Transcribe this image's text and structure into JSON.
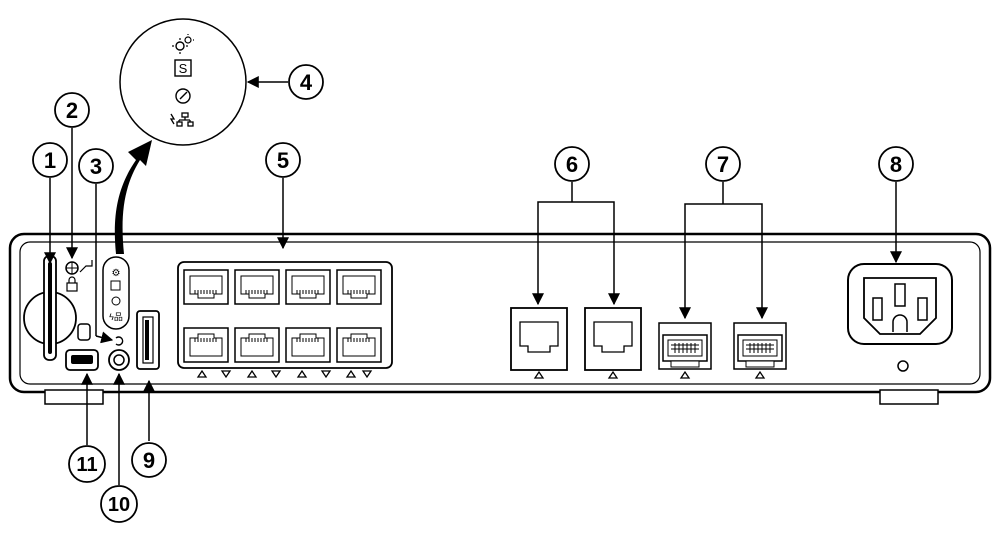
{
  "callouts": [
    {
      "id": 1,
      "label": "1",
      "target": "sd-card-slot"
    },
    {
      "id": 2,
      "label": "2",
      "target": "system-led-icons"
    },
    {
      "id": 3,
      "label": "3",
      "target": "reset-button"
    },
    {
      "id": 4,
      "label": "4",
      "target": "status-led-panel"
    },
    {
      "id": 5,
      "label": "5",
      "target": "rj45-port-block"
    },
    {
      "id": 6,
      "label": "6",
      "target": "rj45-uplink-ports"
    },
    {
      "id": 7,
      "label": "7",
      "target": "sfp-ports"
    },
    {
      "id": 8,
      "label": "8",
      "target": "power-inlet"
    },
    {
      "id": 9,
      "label": "9",
      "target": "usb-a-port"
    },
    {
      "id": 10,
      "label": "10",
      "target": "audio-jack"
    },
    {
      "id": 11,
      "label": "11",
      "target": "micro-usb-port"
    }
  ],
  "status_led_icons": [
    "gears-icon",
    "s-box-icon",
    "gauge-icon",
    "power-network-icon"
  ],
  "status_led_box_glyph": "S",
  "colors": {
    "stroke": "#000000",
    "chassis": "#ffffff",
    "background": "#ffffff"
  }
}
